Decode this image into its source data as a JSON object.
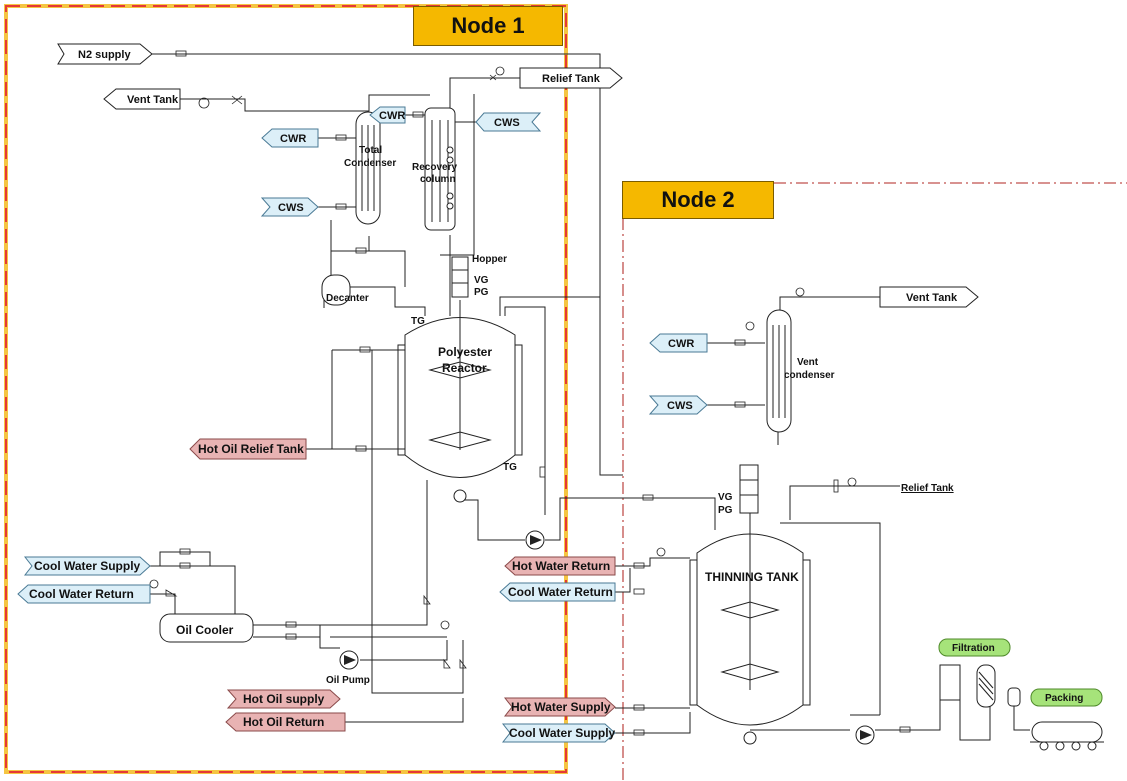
{
  "nodes": {
    "node1": {
      "title": "Node 1",
      "color": "#F5B800",
      "border_color": "#E53935"
    },
    "node2": {
      "title": "Node 2",
      "color": "#F5B800",
      "border_color": "#C0504D"
    }
  },
  "node1_tags": {
    "n2_supply": "N2 supply",
    "vent_tank": "Vent Tank",
    "relief_tank": "Relief Tank",
    "cwr_total": "CWR",
    "cws_total": "CWS",
    "cwr_recovery": "CWR",
    "cws_recovery": "CWS",
    "hot_oil_relief_tank": "Hot Oil Relief Tank",
    "cool_water_supply": "Cool Water Supply",
    "cool_water_return": "Cool Water Return",
    "hot_oil_supply": "Hot Oil supply",
    "hot_oil_return": "Hot Oil Return"
  },
  "node1_equipment": {
    "total_condenser": [
      "Total",
      "Condenser"
    ],
    "recovery_column": [
      "Recovery",
      "column"
    ],
    "decanter": "Decanter",
    "hopper": "Hopper",
    "vg": "VG",
    "pg": "PG",
    "tg_top": "TG",
    "tg_bottom": "TG",
    "reactor": [
      "Polyester",
      "Reactor"
    ],
    "oil_cooler": "Oil Cooler",
    "oil_pump": "Oil Pump"
  },
  "node2_tags": {
    "vent_tank": "Vent Tank",
    "cwr": "CWR",
    "cws": "CWS",
    "relief_tank": "Relief Tank",
    "hot_water_return": "Hot Water Return",
    "cool_water_return": "Cool Water Return",
    "hot_water_supply": "Hot Water Supply",
    "cool_water_supply": "Cool Water Supply"
  },
  "node2_equipment": {
    "vent_condenser": [
      "Vent",
      "condenser"
    ],
    "vg": "VG",
    "pg": "PG",
    "thinning_tank": "THINNING TANK",
    "filtration": "Filtration",
    "packing": "Packing"
  },
  "colors": {
    "utility_blue": "#DCEFF8",
    "hot_red": "#E8B3B3",
    "label_green": "#A6E37A",
    "white_tag": "#FFFFFF"
  }
}
